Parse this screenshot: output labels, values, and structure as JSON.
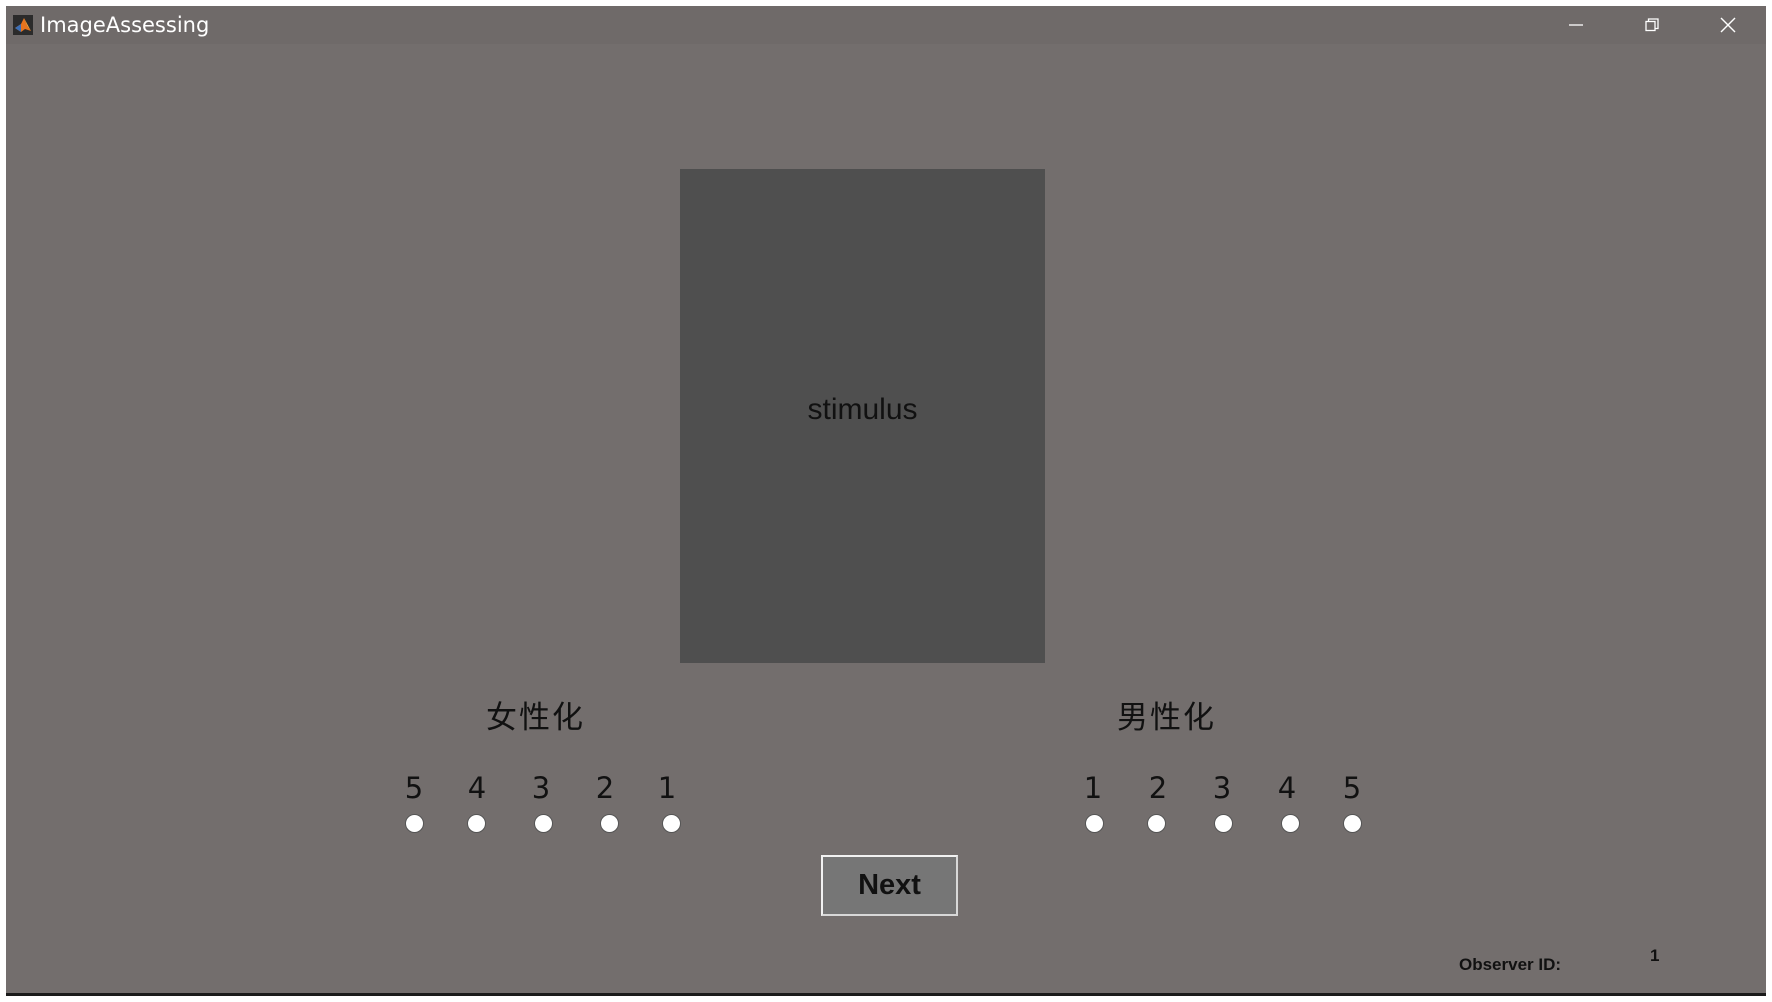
{
  "window": {
    "title": "ImageAssessing",
    "app_icon": "matlab-logo-icon",
    "controls": {
      "minimize_icon": "minimize-icon",
      "maximize_icon": "restore-icon",
      "close_icon": "close-icon"
    }
  },
  "stimulus": {
    "label": "stimulus"
  },
  "scales": {
    "feminine": {
      "title": "女性化",
      "options": [
        "5",
        "4",
        "3",
        "2",
        "1"
      ]
    },
    "masculine": {
      "title": "男性化",
      "options": [
        "1",
        "2",
        "3",
        "4",
        "5"
      ]
    }
  },
  "next_button": {
    "label": "Next"
  },
  "observer": {
    "label": "Observer ID:",
    "value": "1"
  },
  "colors": {
    "background": "#736e6d",
    "stimulus_box": "#4f4f4f",
    "text": "#111111"
  }
}
